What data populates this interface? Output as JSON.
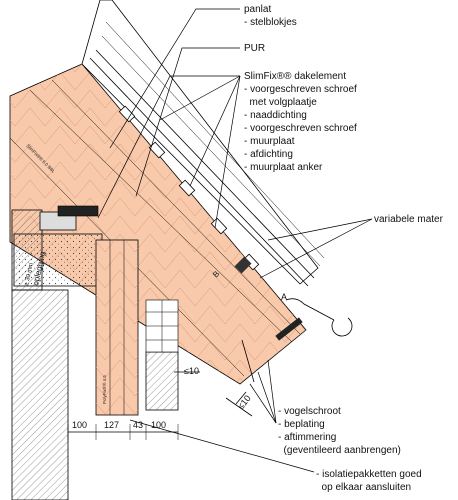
{
  "labels": {
    "group1": [
      "panlat",
      "- stelblokjes"
    ],
    "group2": [
      "PUR"
    ],
    "group3": [
      "SlimFix®® dakelement",
      "- voorgeschreven schroef",
      "  met volgplaatje",
      "- naaddichting",
      "- voorgeschreven schroef",
      "- muurplaat",
      "- afdichting",
      "- muurplaat anker"
    ],
    "group4": [
      "variabele mater"
    ],
    "group5": [
      "- vogelschroot",
      "- beplating",
      "- aftimmering",
      "  (geventileerd aanbrengen)"
    ],
    "group6": [
      "- isolatiepakketten goed",
      "  op elkaar aansluiten"
    ]
  },
  "element_marks": {
    "slimfix": "SlimFix®® 6.0 BBL",
    "polyfix": "PolyFix®® 4.5",
    "opleg": "oplegging",
    "opleg2": "≥ 30 mm",
    "b_mark": "B",
    "a_mark": "A",
    "le10a": "≤10",
    "le10b": "≤10"
  },
  "dimensions": [
    "100",
    "127",
    "43",
    "100"
  ],
  "colors": {
    "insulation": "#f8c9aa",
    "line": "#000000",
    "hatch": "#555555"
  }
}
